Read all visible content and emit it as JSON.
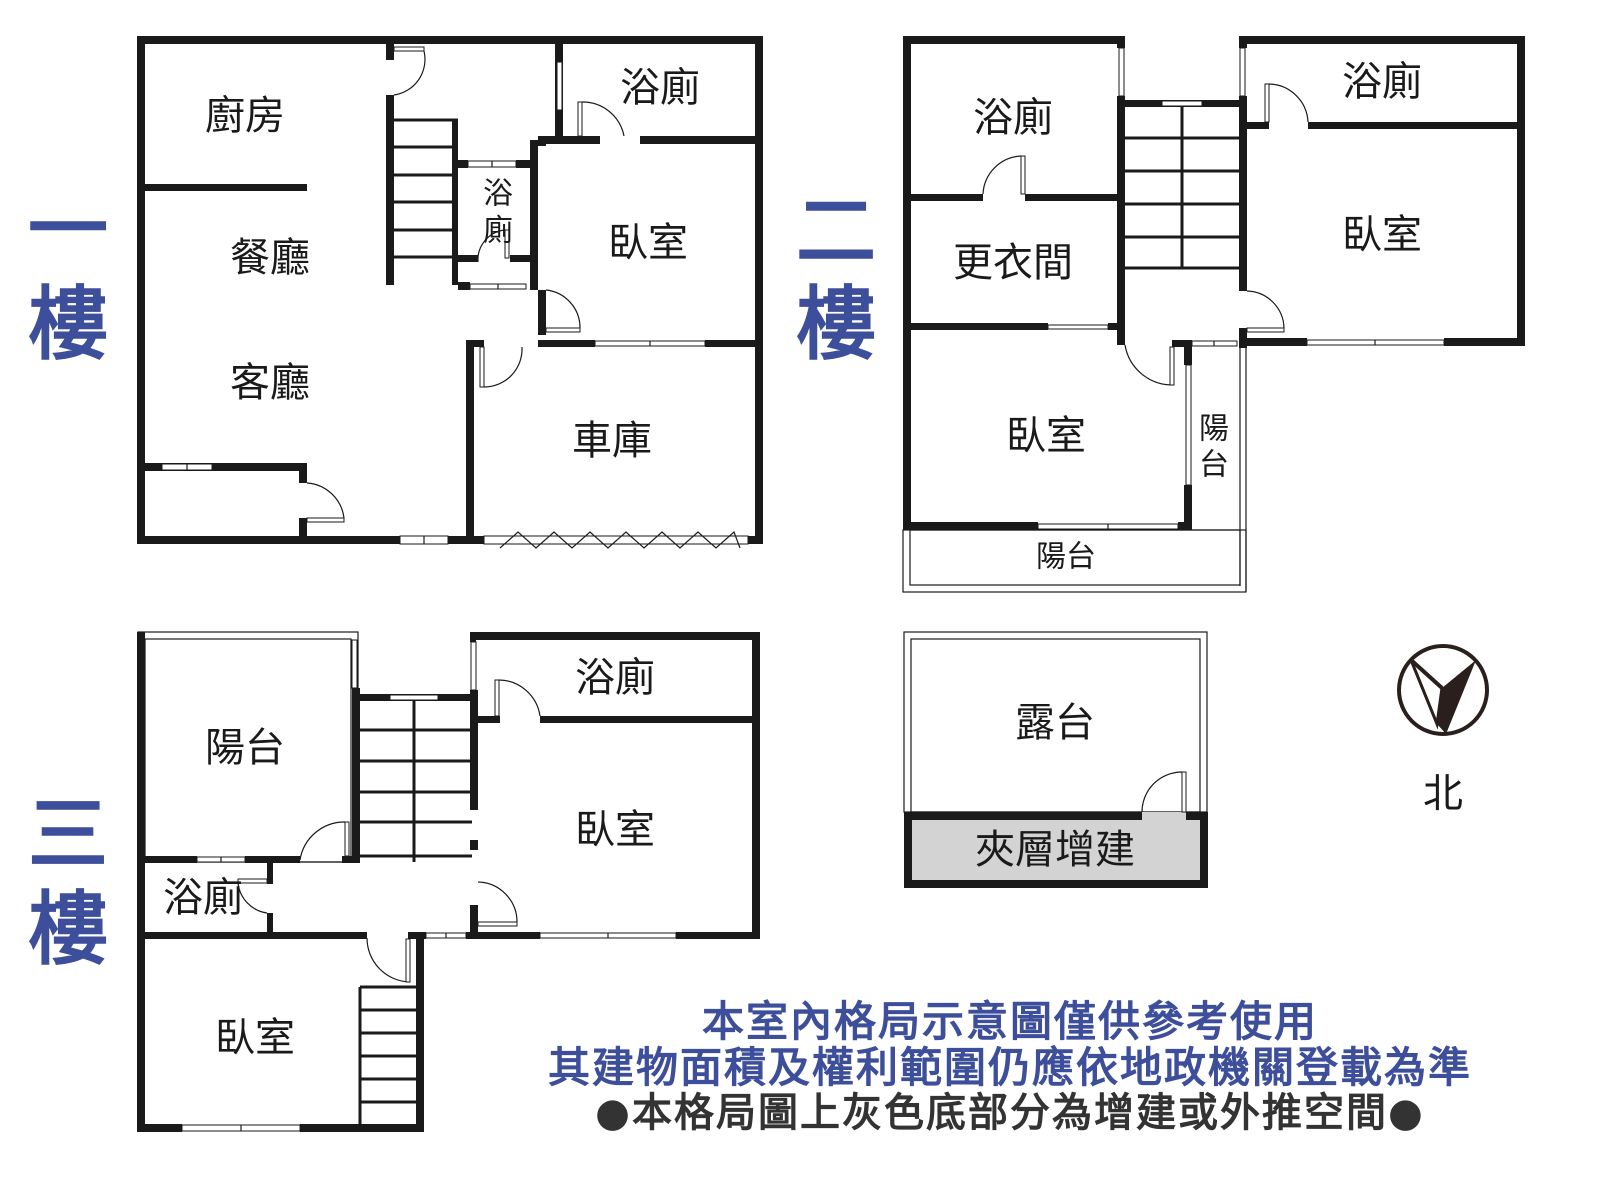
{
  "colors": {
    "wall": "#1a1a1a",
    "floor_label": "#3d4e9a",
    "extension_fill": "#d3d3d3",
    "note_blue": "#3d4e9a",
    "note_dark": "#333333"
  },
  "floors": {
    "f1": {
      "label_num": "一",
      "label_lou": "樓",
      "rooms": {
        "kitchen": "廚房",
        "dining": "餐廳",
        "living": "客廳",
        "bath_top": "浴廁",
        "bath_small_1": "浴",
        "bath_small_2": "廁",
        "bedroom": "臥室",
        "garage": "車庫"
      }
    },
    "f2": {
      "label_num": "二",
      "label_lou": "樓",
      "rooms": {
        "bath_left": "浴廁",
        "dressing": "更衣間",
        "bedroom_left": "臥室",
        "balcony_side_1": "陽",
        "balcony_side_2": "台",
        "balcony_bottom": "陽台",
        "bath_right": "浴廁",
        "bedroom_right": "臥室"
      }
    },
    "f3": {
      "label_num": "三",
      "label_lou": "樓",
      "rooms": {
        "balcony": "陽台",
        "bath_left": "浴廁",
        "bedroom_left": "臥室",
        "bath_right": "浴廁",
        "bedroom_right": "臥室"
      }
    },
    "roof": {
      "rooms": {
        "terrace": "露台",
        "mezzanine": "夾層增建"
      }
    }
  },
  "compass": {
    "icon": "north-arrow-icon",
    "label": "北"
  },
  "notes": {
    "line1": "本室內格局示意圖僅供參考使用",
    "line2": "其建物面積及權利範圍仍應依地政機關登載為準",
    "line3": "●本格局圖上灰色底部分為增建或外推空間●"
  }
}
